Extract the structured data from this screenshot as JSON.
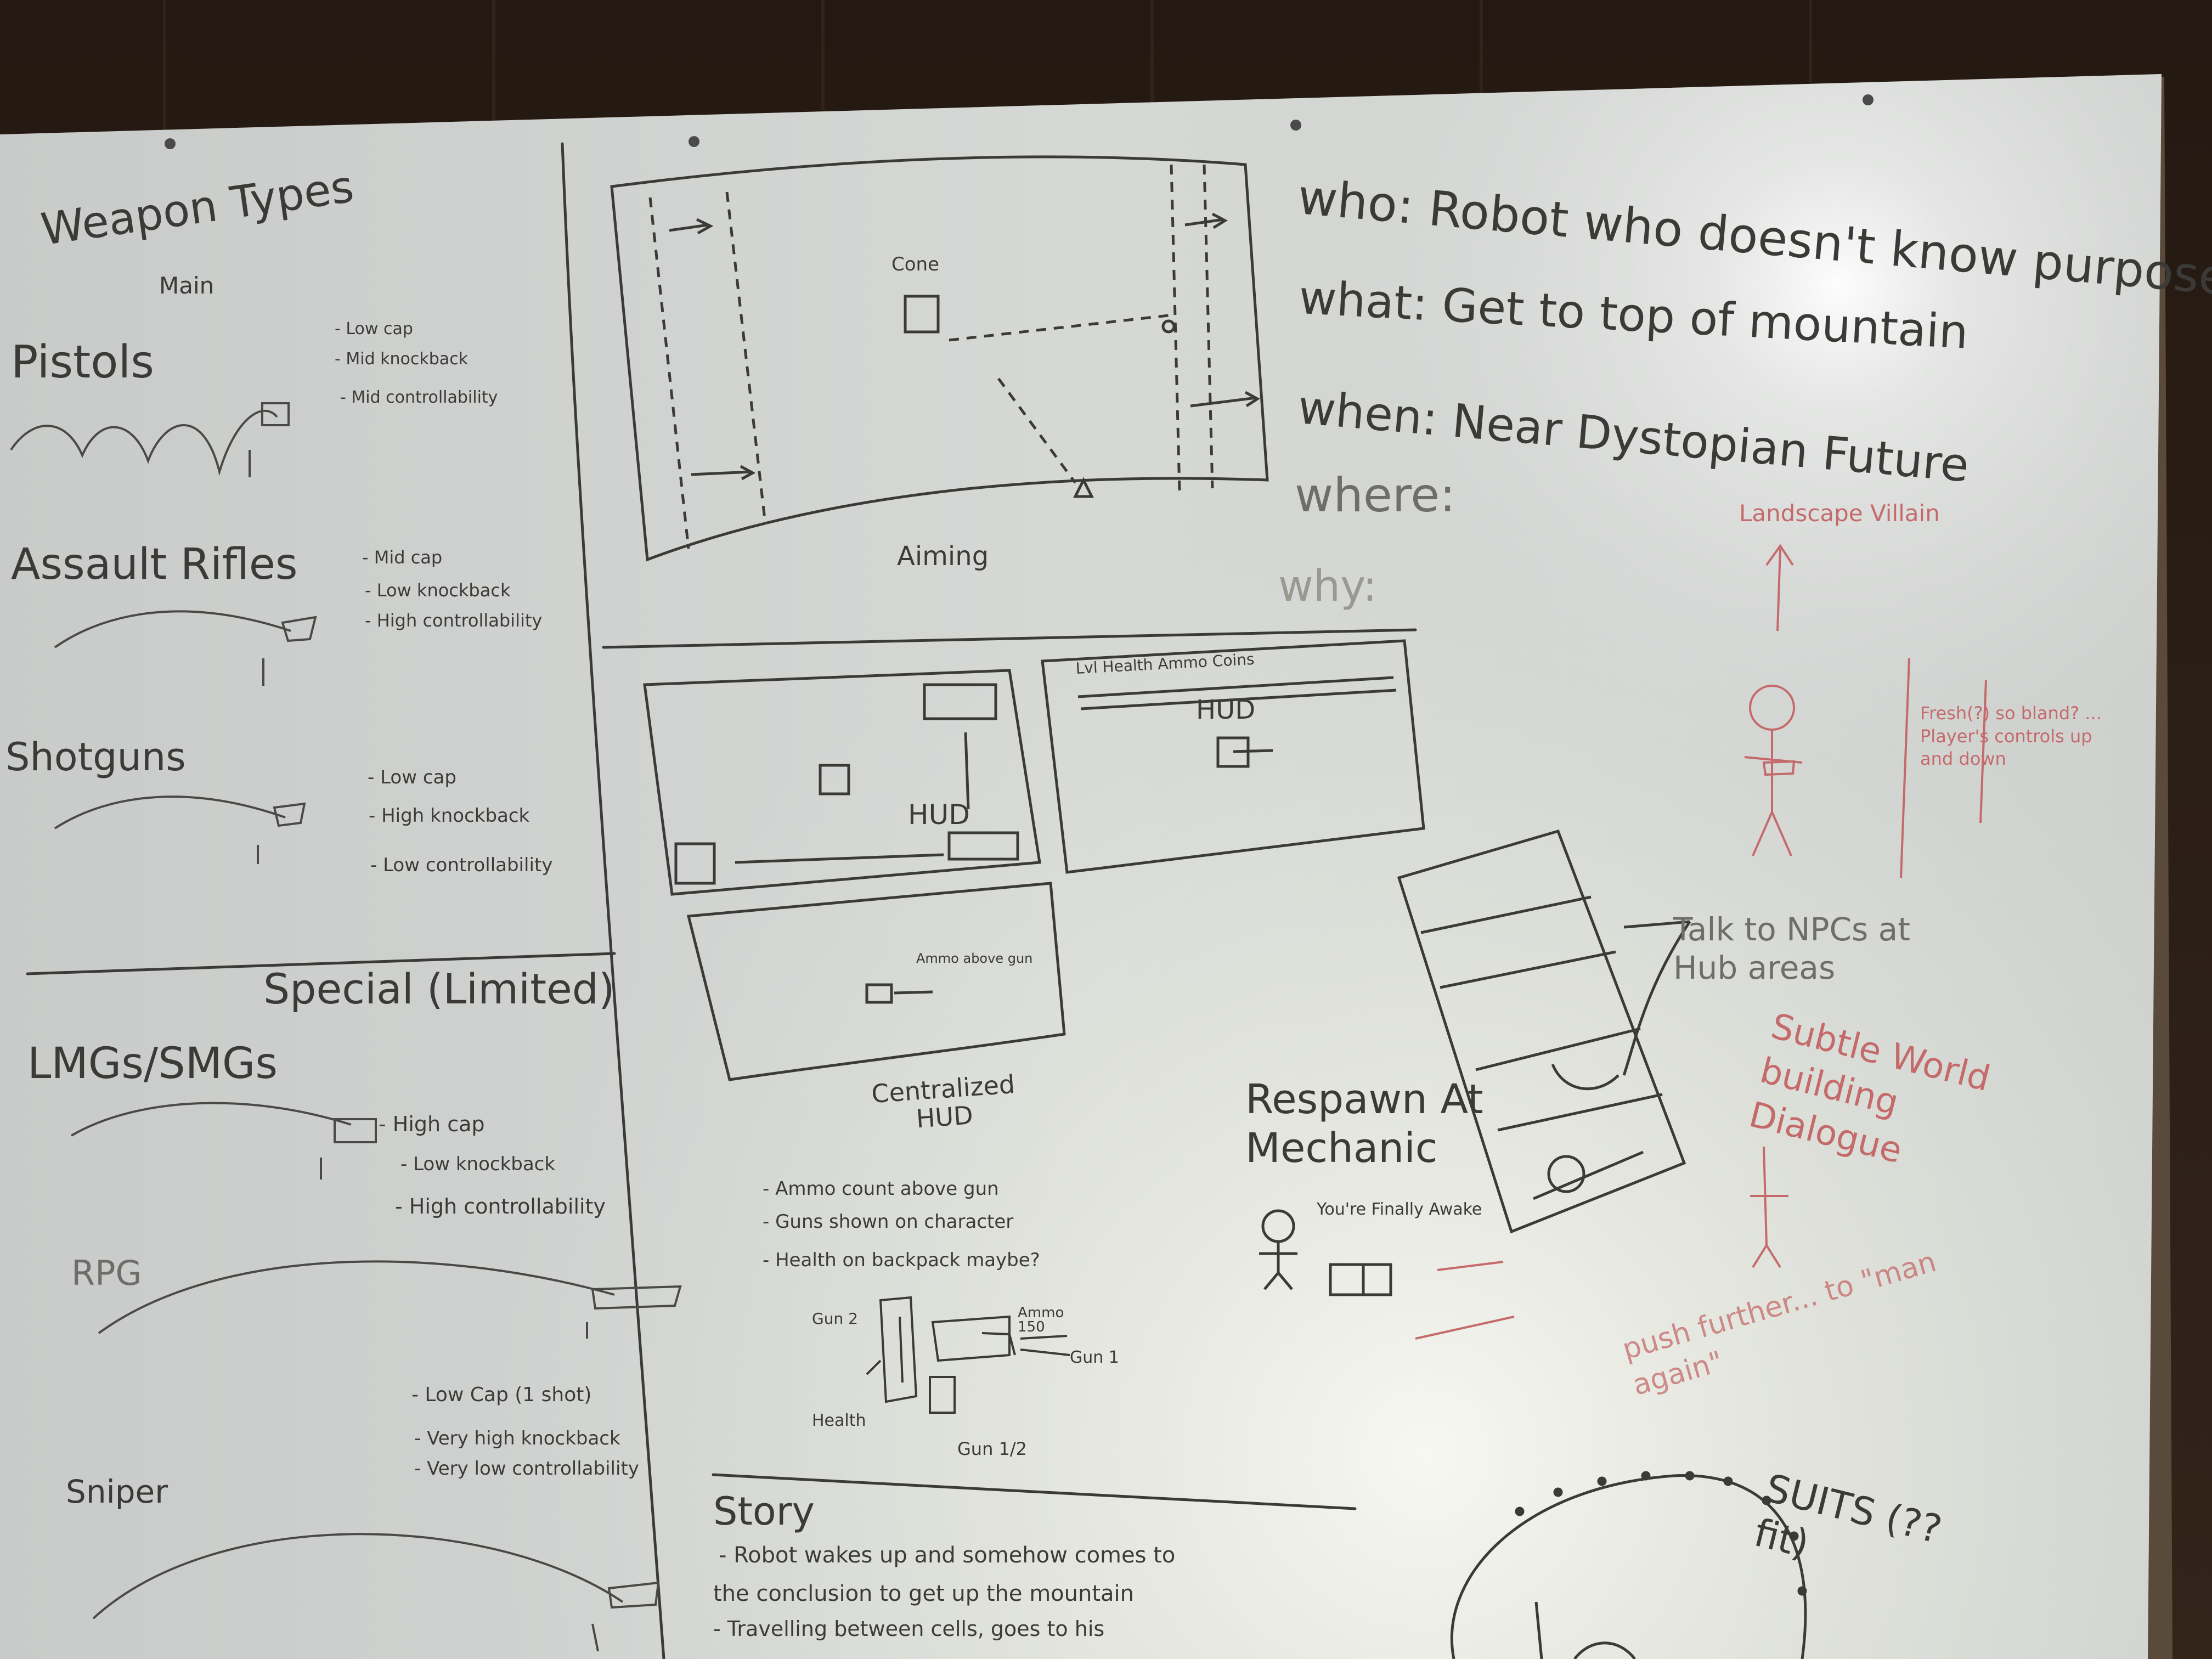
{
  "colors": {
    "wood": "#2a1d15",
    "board": "#dcdedd",
    "marker_black": "#3b3a36",
    "marker_red": "#c56a6a"
  },
  "weapons": {
    "title": "Weapon Types",
    "subtitle": "Main",
    "pistols": {
      "label": "Pistols",
      "notes": [
        "- Low cap",
        "- Mid knockback",
        "- Mid controllability"
      ]
    },
    "assault_rifles": {
      "label": "Assault Rifles",
      "notes": [
        "- Mid cap",
        "- Low knockback",
        "- High controllability"
      ]
    },
    "shotguns": {
      "label": "Shotguns",
      "notes": [
        "- Low cap",
        "- High knockback",
        "- Low controllability"
      ]
    },
    "special_heading": "Special (Limited)",
    "lmgs": {
      "label": "LMGs/SMGs",
      "notes": [
        "- High cap",
        "- Low knockback",
        "- High controllability"
      ]
    },
    "rpg": {
      "label": "RPG"
    },
    "sniper": {
      "label": "Sniper",
      "notes": [
        "- Low Cap (1 shot)",
        "- Very high knockback",
        "- Very low controllability"
      ]
    }
  },
  "hud": {
    "aiming_label": "Aiming",
    "cone_label": "Cone",
    "hud_label_1": "HUD",
    "hud_label_2": "HUD",
    "hud_topbar": "Lvl  Health  Ammo  Coins",
    "centralized_label": "Centralized HUD",
    "ammo_note": "Ammo above gun",
    "notes": [
      "- Ammo count above gun",
      "- Guns shown on character",
      "- Health on backpack maybe?"
    ],
    "diagram_labels": {
      "health": "Health",
      "ammo": "Ammo 150",
      "gun2": "Gun 2",
      "gun1": "Gun 1",
      "gun_half": "Gun 1/2"
    }
  },
  "story": {
    "who": "who: Robot who doesn't know purpose",
    "what": "what: Get to top of mountain",
    "when": "when: Near Dystopian Future",
    "where": "where:",
    "why": "why:",
    "heading": "Story",
    "lines": [
      "- Robot wakes up and somehow comes to",
      "the conclusion to get up the mountain",
      "- Travelling between cells, goes to his"
    ]
  },
  "mechanics": {
    "respawn": "Respawn At Mechanic",
    "respawn_sub": "You're Finally Awake",
    "talk": "Talk to NPCs at Hub areas",
    "subtle": "Subtle World building Dialogue",
    "landscape": "Landscape Villain",
    "red_note": "Fresh(?) so bland? ... Player's controls up and down",
    "push": "push further... to \"man again\"",
    "suits": "SUITS (?? fit)"
  }
}
